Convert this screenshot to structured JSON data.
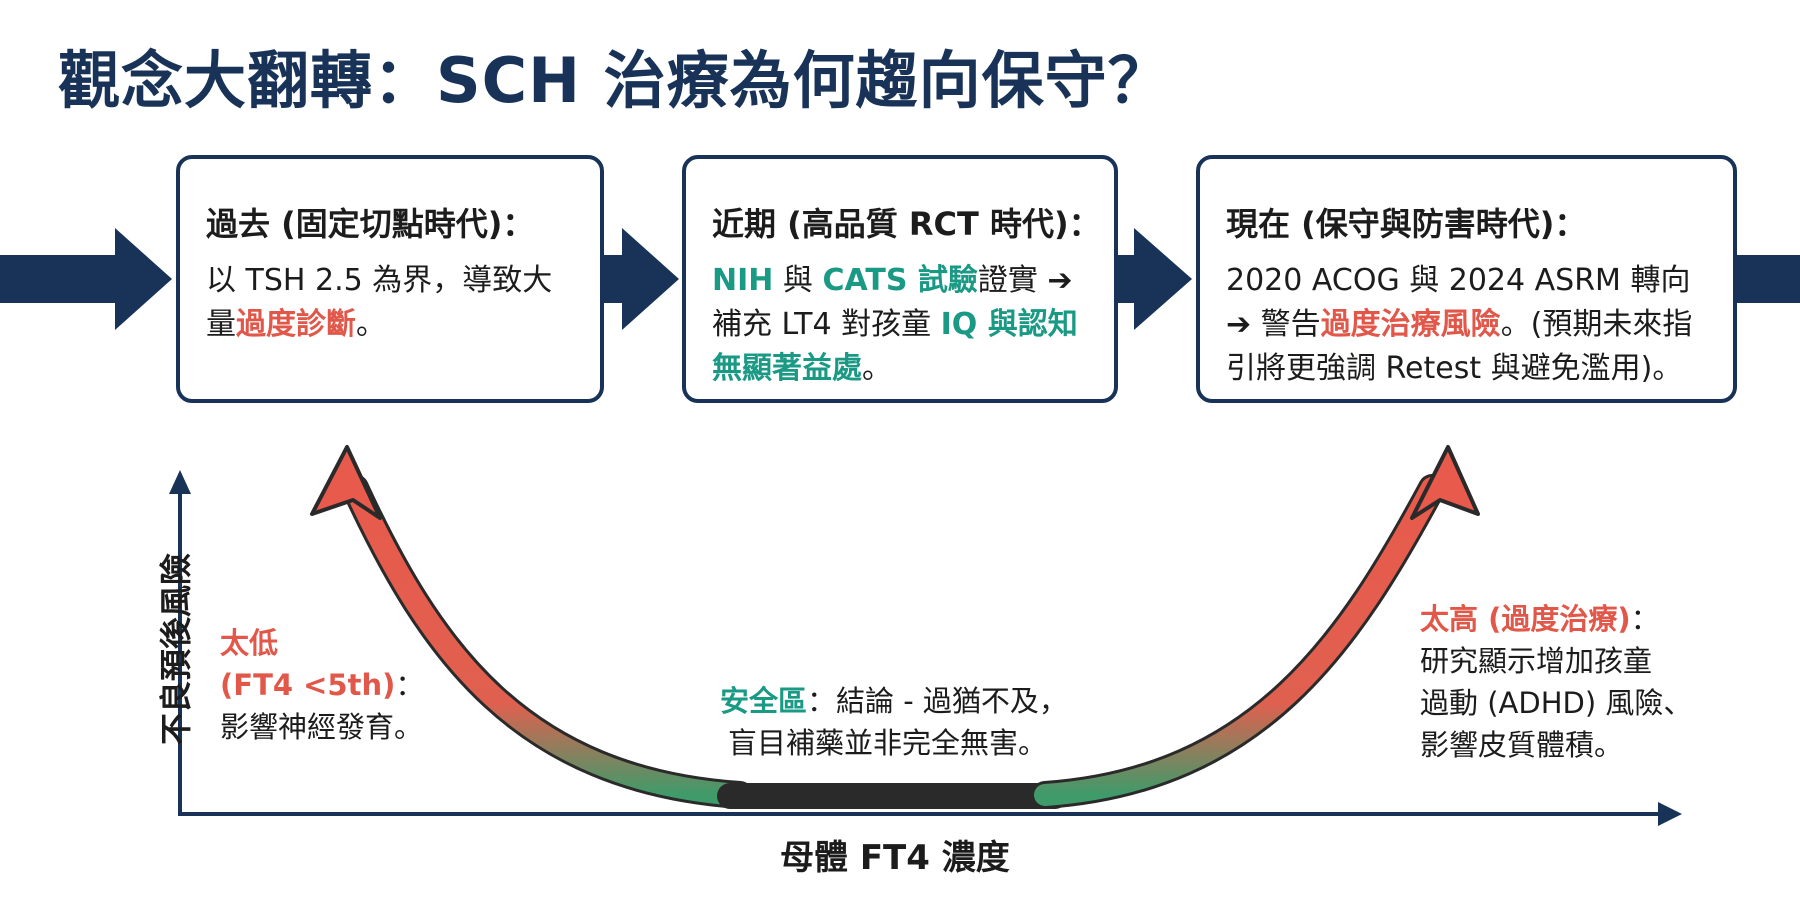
{
  "title": "觀念大翻轉：SCH 治療為何趨向保守？",
  "boxes": [
    {
      "title": "過去 (固定切點時代)：",
      "line1": "以 TSH 2.5 為界，導致大",
      "line2_pre": "量",
      "line2_red": "過度診斷",
      "line2_post": "。"
    },
    {
      "title": "近期 (高品質 RCT 時代)：",
      "l1_teal_a": "NIH",
      "l1_mid": " 與 ",
      "l1_teal_b": "CATS 試驗",
      "l1_post": "證實 ➔",
      "l2_pre": "補充 LT4 對孩童 ",
      "l2_teal": "IQ 與認知",
      "l3_teal": "無顯著益處",
      "l3_post": "。"
    },
    {
      "title": "現在 (保守與防害時代)：",
      "line1": "2020 ACOG 與 2024 ASRM 轉向",
      "l2_pre": "➔ 警告",
      "l2_red": "過度治療風險",
      "l2_post": "。(預期未來指",
      "line3": "引將更強調 Retest 與避免濫用)。"
    }
  ],
  "chart": {
    "y_axis_label": "不良預後風險",
    "x_axis_label": "母體 FT4 濃度",
    "low": {
      "title": "太低",
      "range_red": "(FT4 <5th)",
      "range_colon": "：",
      "desc": "影響神經發育。"
    },
    "safe": {
      "title": "安全區",
      "line1": "：結論 - 過猶不及，",
      "line2": "盲目補藥並非完全無害。"
    },
    "high": {
      "title": "太高 (過度治療)",
      "colon": "：",
      "line1": "研究顯示增加孩童",
      "line2": "過動 (ADHD) 風險、",
      "line3": "影響皮質體積。"
    }
  },
  "colors": {
    "navy": "#183357",
    "teal": "#1a9a84",
    "red": "#e1584a",
    "green": "#3f9b6a"
  }
}
